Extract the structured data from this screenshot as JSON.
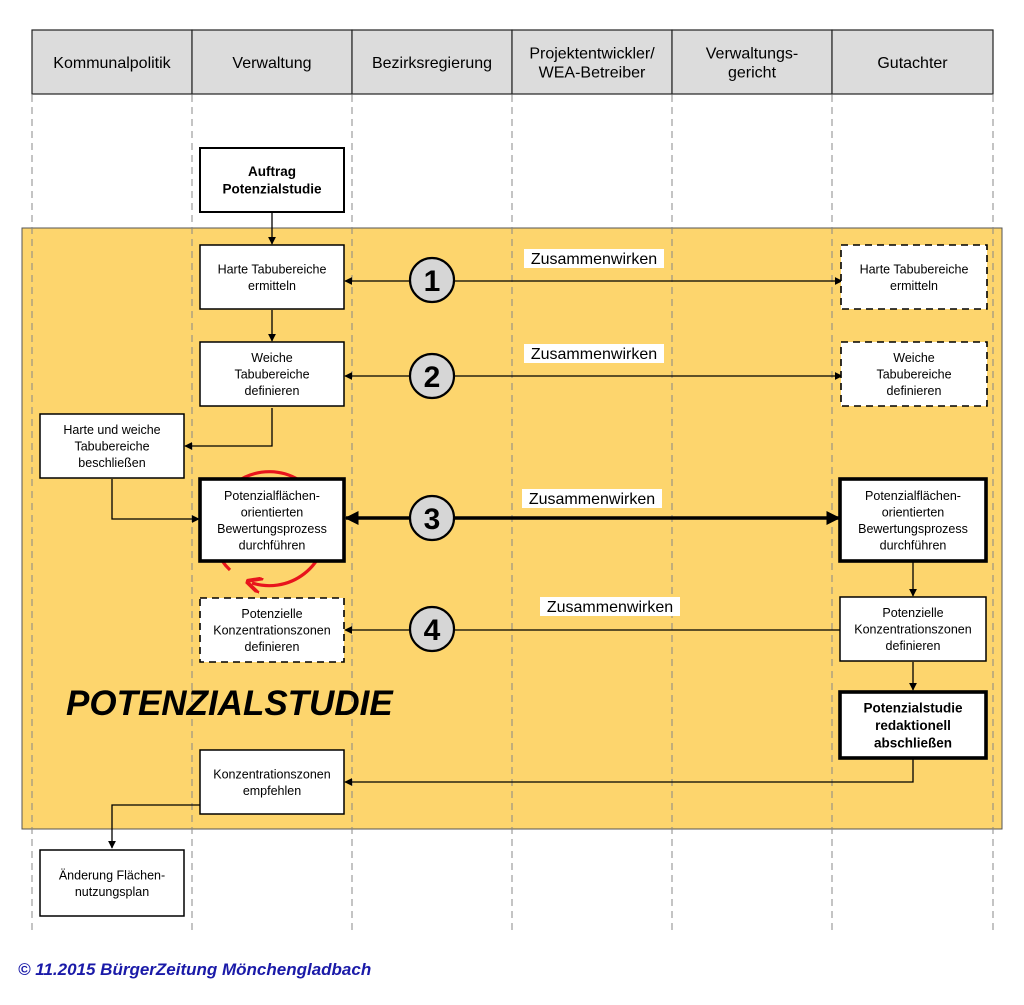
{
  "lanes": [
    {
      "id": "kommunalpolitik",
      "label": [
        "Kommunalpolitik"
      ]
    },
    {
      "id": "verwaltung",
      "label": [
        "Verwaltung"
      ]
    },
    {
      "id": "bezirksregierung",
      "label": [
        "Bezirksregierung"
      ]
    },
    {
      "id": "projektentwickler",
      "label": [
        "Projektentwickler/",
        "WEA-Betreiber"
      ]
    },
    {
      "id": "verwaltungsgericht",
      "label": [
        "Verwaltungs-",
        "gericht"
      ]
    },
    {
      "id": "gutachter",
      "label": [
        "Gutachter"
      ]
    }
  ],
  "section_title": "POTENZIALSTUDIE",
  "boxes": [
    {
      "id": "auftrag",
      "lines": [
        "Auftrag",
        "Potenzialstudie"
      ],
      "style": "bold"
    },
    {
      "id": "harte-verw",
      "lines": [
        "Harte Tabubereiche",
        "ermitteln"
      ],
      "style": "normal"
    },
    {
      "id": "harte-gut",
      "lines": [
        "Harte Tabubereiche",
        "ermitteln"
      ],
      "style": "dashed"
    },
    {
      "id": "weiche-verw",
      "lines": [
        "Weiche",
        "Tabubereiche",
        "definieren"
      ],
      "style": "normal"
    },
    {
      "id": "weiche-gut",
      "lines": [
        "Weiche",
        "Tabubereiche",
        "definieren"
      ],
      "style": "dashed"
    },
    {
      "id": "beschliessen",
      "lines": [
        "Harte und weiche",
        "Tabubereiche",
        "beschließen"
      ],
      "style": "normal"
    },
    {
      "id": "bewertung-verw",
      "lines": [
        "Potenzialflächen-",
        "orientierten",
        "Bewertungsprozess",
        "durchführen"
      ],
      "style": "thick"
    },
    {
      "id": "bewertung-gut",
      "lines": [
        "Potenzialflächen-",
        "orientierten",
        "Bewertungsprozess",
        "durchführen"
      ],
      "style": "thick"
    },
    {
      "id": "zonen-verw",
      "lines": [
        "Potenzielle",
        "Konzentrationszonen",
        "definieren"
      ],
      "style": "dashed"
    },
    {
      "id": "zonen-gut",
      "lines": [
        "Potenzielle",
        "Konzentrationszonen",
        "definieren"
      ],
      "style": "normal"
    },
    {
      "id": "abschliessen",
      "lines": [
        "Potenzialstudie",
        "redaktionell",
        "abschließen"
      ],
      "style": "thickbold"
    },
    {
      "id": "empfehlen",
      "lines": [
        "Konzentrationszonen",
        "empfehlen"
      ],
      "style": "normal"
    },
    {
      "id": "aenderung",
      "lines": [
        "Änderung Flächen-",
        "nutzungsplan"
      ],
      "style": "normal"
    }
  ],
  "steps": [
    {
      "number": "1",
      "label": "Zusammenwirken"
    },
    {
      "number": "2",
      "label": "Zusammenwirken"
    },
    {
      "number": "3",
      "label": "Zusammenwirken"
    },
    {
      "number": "4",
      "label": "Zusammenwirken"
    }
  ],
  "colors": {
    "study_area": "#fdd56d",
    "circle_fill": "#d6d6d6",
    "header_fill": "#dcdcdc",
    "cycle": "#e8141c",
    "credit": "#1a1aa8"
  },
  "credit": "© 11.2015 BürgerZeitung Mönchengladbach"
}
